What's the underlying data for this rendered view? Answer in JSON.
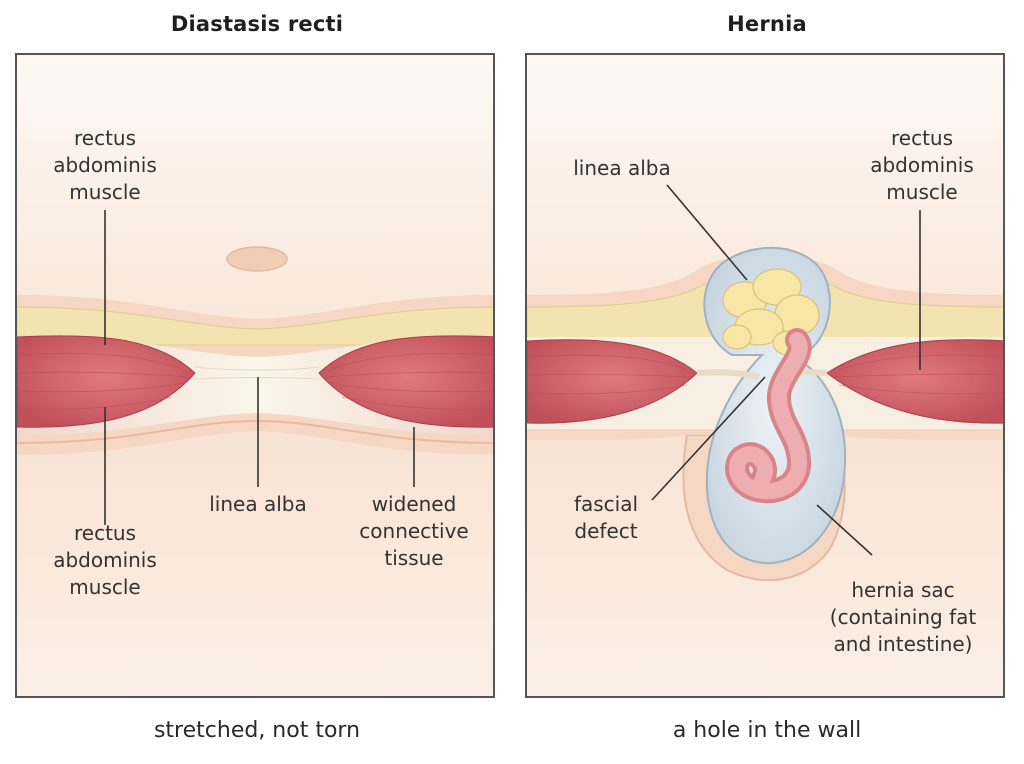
{
  "left_panel": {
    "title": "Diastasis recti",
    "caption": "stretched, not torn",
    "labels": {
      "rectus_top": [
        "rectus",
        "abdominis",
        "muscle"
      ],
      "rectus_bottom": [
        "rectus",
        "abdominis",
        "muscle"
      ],
      "linea_alba": "linea alba",
      "widened": [
        "widened",
        "connective",
        "tissue"
      ]
    }
  },
  "right_panel": {
    "title": "Hernia",
    "caption": "a hole in the wall",
    "labels": {
      "linea_alba": "linea alba",
      "rectus": [
        "rectus",
        "abdominis",
        "muscle"
      ],
      "fascial": [
        "fascial",
        "defect"
      ],
      "sac": [
        "hernia sac",
        "(containing fat",
        "and intestine)"
      ]
    }
  },
  "colors": {
    "muscle": "#d0626a",
    "fat": "#f3e3b0",
    "fascia": "#f5eedd",
    "skin": "#f6dcc8",
    "sac": "#d9e3ea",
    "intestine": "#e9a0a4",
    "leader": "#333333"
  }
}
